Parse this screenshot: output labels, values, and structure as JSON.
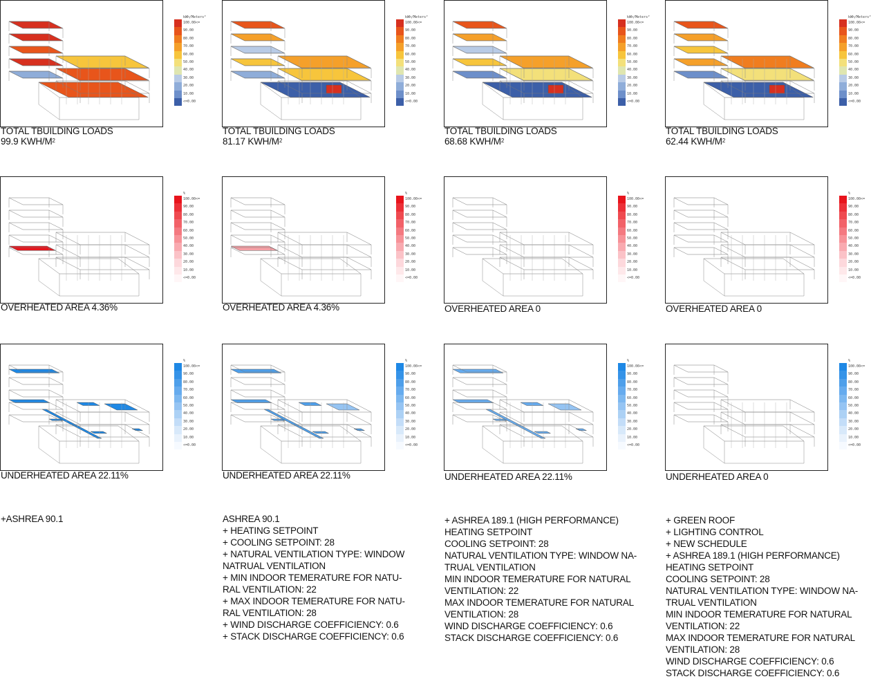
{
  "columns": [
    {
      "loads_title": "TOTAL TBUILDING LOADS",
      "loads_value": "99.9 KWH/M",
      "loads_sup": "2",
      "overheated": "OVERHEATED AREA 4.36%",
      "underheated": "UNDERHEATED AREA 22.11%",
      "notes": [
        "+ASHREA 90.1"
      ]
    },
    {
      "loads_title": "TOTAL TBUILDING LOADS",
      "loads_value": "81.17 KWH/M",
      "loads_sup": "2",
      "overheated": "OVERHEATED AREA 4.36%",
      "underheated": "UNDERHEATED AREA 22.11%",
      "notes": [
        "ASHREA 90.1",
        "+ HEATING SETPOINT",
        "+ COOLING SETPOINT: 28",
        "+ NATURAL VENTILATION TYPE: WINDOW",
        "NATRUAL VENTILATION",
        "+ MIN INDOOR TEMERATURE FOR NATU-",
        "RAL VENTILATION: 22",
        "+ MAX INDOOR TEMERATURE FOR NATU-",
        "RAL VENTILATION: 28",
        "+ WIND DISCHARGE COEFFICIENCY: 0.6",
        "+ STACK DISCHARGE COEFFICIENCY: 0.6"
      ]
    },
    {
      "loads_title": "TOTAL TBUILDING LOADS",
      "loads_value": "68.68 KWH/M",
      "loads_sup": "2",
      "overheated": "OVERHEATED AREA 0",
      "underheated": "UNDERHEATED AREA 22.11%",
      "notes": [
        "+ ASHREA 189.1 (HIGH PERFORMANCE)",
        "HEATING SETPOINT",
        "COOLING SETPOINT: 28",
        "NATURAL VENTILATION TYPE: WINDOW NA-",
        "TRUAL VENTILATION",
        "MIN INDOOR TEMERATURE FOR NATURAL",
        "VENTILATION: 22",
        "MAX INDOOR TEMERATURE FOR NATURAL",
        "VENTILATION: 28",
        "WIND DISCHARGE COEFFICIENCY: 0.6",
        "STACK DISCHARGE COEFFICIENCY: 0.6"
      ]
    },
    {
      "loads_title": "TOTAL TBUILDING LOADS",
      "loads_value": "62.44 KWH/M",
      "loads_sup": "2",
      "overheated": "OVERHEATED AREA 0",
      "underheated": "UNDERHEATED AREA 0",
      "notes": [
        "+ GREEN ROOF",
        "+ LIGHTING CONTROL",
        "+ NEW SCHEDULE",
        "+ ASHREA 189.1 (HIGH PERFORMANCE)",
        "HEATING SETPOINT",
        "COOLING SETPOINT: 28",
        "NATURAL VENTILATION TYPE: WINDOW NA-",
        "TRUAL VENTILATION",
        "MIN INDOOR TEMERATURE FOR NATURAL",
        "VENTILATION: 22",
        "MAX INDOOR TEMERATURE FOR NATURAL",
        "VENTILATION: 28",
        "WIND DISCHARGE COEFFICIENCY: 0.6",
        "STACK DISCHARGE COEFFICIENCY: 0.6"
      ]
    }
  ],
  "legends": {
    "loads": {
      "unit": "kWh/Meters²",
      "labels": [
        "100.00<=",
        "90.00",
        "80.00",
        "70.00",
        "60.00",
        "50.00",
        "40.00",
        "30.00",
        "20.00",
        "10.00",
        "<=0.00"
      ],
      "colors": [
        "#d7301f",
        "#e8551b",
        "#f07d1f",
        "#f5a02a",
        "#f7c53c",
        "#f3e07a",
        "#dfe6b0",
        "#b8cbe6",
        "#8fadd9",
        "#6d8fca",
        "#3c5fa8"
      ]
    },
    "overheated": {
      "unit": "%",
      "labels": [
        "100.00<=",
        "90.00",
        "80.00",
        "70.00",
        "60.00",
        "50.00",
        "40.00",
        "30.00",
        "20.00",
        "10.00",
        "<=0.00"
      ],
      "colors": [
        "#e8141c",
        "#ec3038",
        "#ef4a50",
        "#f26168",
        "#f47980",
        "#f79298",
        "#f9aab0",
        "#fbc2c7",
        "#fdd8dc",
        "#fee8ea",
        "#fff6f7"
      ]
    },
    "underheated": {
      "unit": "%",
      "labels": [
        "100.00<=",
        "90.00",
        "80.00",
        "70.00",
        "60.00",
        "50.00",
        "40.00",
        "30.00",
        "20.00",
        "10.00",
        "<=0.00"
      ],
      "colors": [
        "#1e88e5",
        "#3593e8",
        "#4e9fea",
        "#66abee",
        "#7db8f0",
        "#95c4f3",
        "#acd1f5",
        "#c3ddf8",
        "#d8e9fa",
        "#e9f2fc",
        "#f6faff"
      ]
    }
  }
}
